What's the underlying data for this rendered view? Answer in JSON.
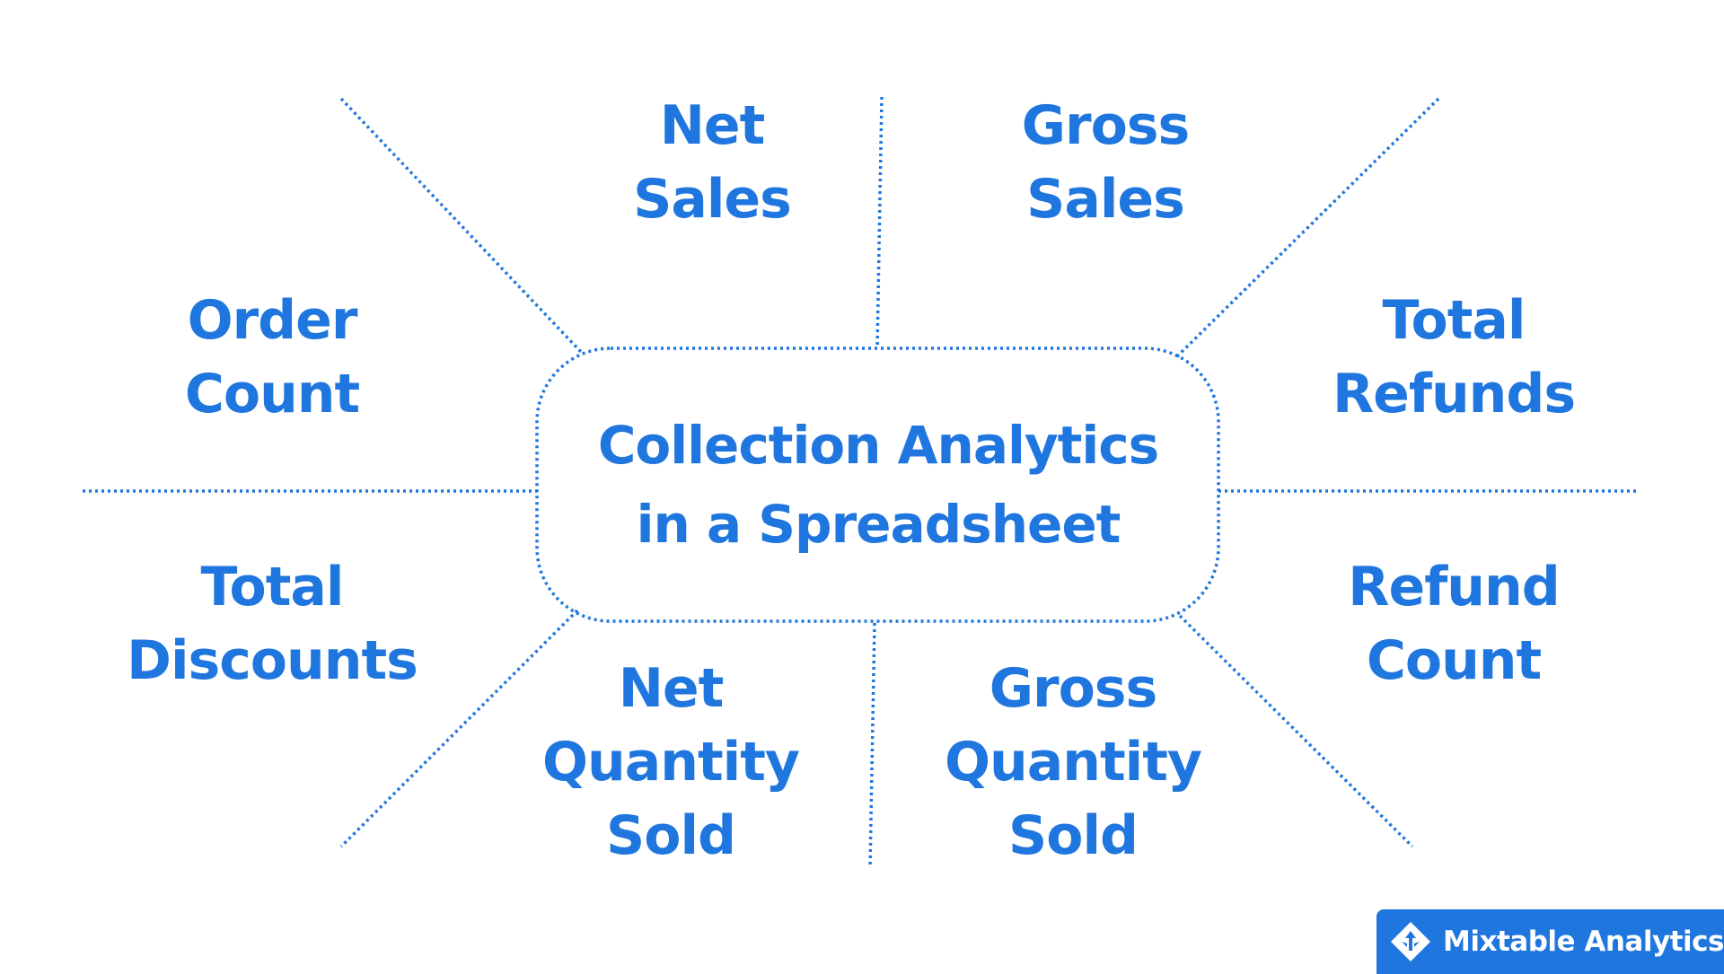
{
  "diagram": {
    "title": {
      "line1": "Collection Analytics",
      "line2": "in a Spreadsheet"
    },
    "accent_color": "#1f76de",
    "metrics": [
      {
        "id": "net-sales",
        "lines": [
          "Net",
          "Sales"
        ]
      },
      {
        "id": "gross-sales",
        "lines": [
          "Gross",
          "Sales"
        ]
      },
      {
        "id": "order-count",
        "lines": [
          "Order",
          "Count"
        ]
      },
      {
        "id": "total-refunds",
        "lines": [
          "Total",
          "Refunds"
        ]
      },
      {
        "id": "total-discounts",
        "lines": [
          "Total",
          "Discounts"
        ]
      },
      {
        "id": "refund-count",
        "lines": [
          "Refund",
          "Count"
        ]
      },
      {
        "id": "net-quantity-sold",
        "lines": [
          "Net",
          "Quantity",
          "Sold"
        ]
      },
      {
        "id": "gross-quantity-sold",
        "lines": [
          "Gross",
          "Quantity",
          "Sold"
        ]
      }
    ]
  },
  "branding": {
    "icon": "mixtable-diamond-logo-icon",
    "name": "Mixtable Analytics"
  }
}
